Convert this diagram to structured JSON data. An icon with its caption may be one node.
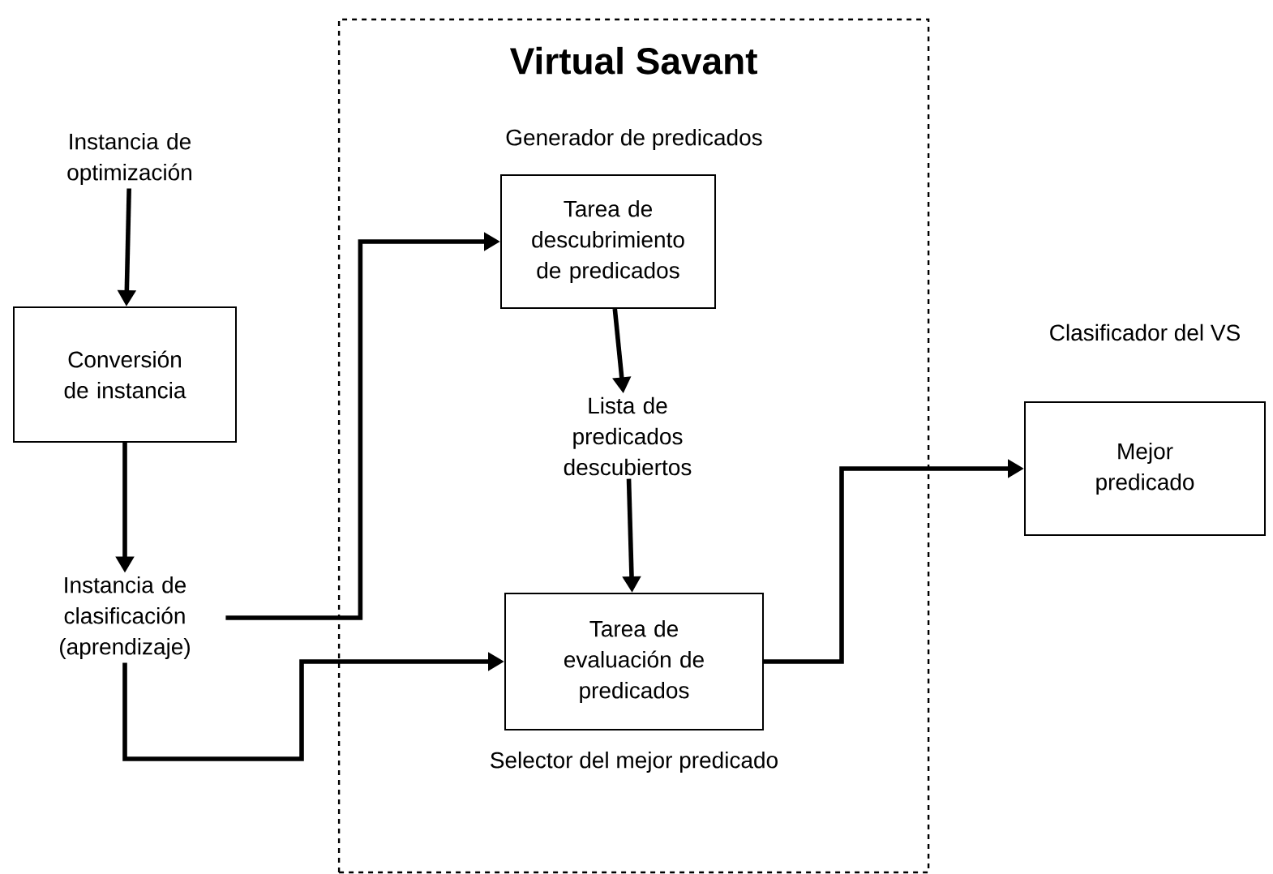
{
  "diagram": {
    "nodes": [
      {
        "text": [
          "Virtual Savant"
        ]
      },
      {
        "text": [
          "Instancia de optimización"
        ]
      },
      {
        "text": [
          "Conversión de instancia"
        ]
      },
      {
        "text": [
          "Instancia de clasificación (aprendizaje)"
        ]
      },
      {
        "text": [
          "Tarea de descubrimiento de predicados"
        ],
        "in": 0,
        "beside": [
          "Generador de predicados"
        ]
      },
      {
        "text": [
          "Lista de predicados descubiertos"
        ],
        "in": 0
      },
      {
        "text": [
          "Tarea de evaluación de predicados"
        ],
        "in": 0,
        "beside": [
          "Selector del mejor predicado"
        ]
      },
      {
        "text": [
          "Mejor predicado"
        ],
        "beside": [
          "Clasificador del VS"
        ]
      }
    ],
    "edges": [
      {
        "from": 1,
        "to": 2,
        "arrow": "to"
      },
      {
        "from": 2,
        "to": 3,
        "arrow": "to"
      },
      {
        "from": 3,
        "to": 4,
        "arrow": "to"
      },
      {
        "from": 3,
        "to": 6,
        "arrow": "to"
      },
      {
        "from": 4,
        "to": 5,
        "arrow": "to"
      },
      {
        "from": 5,
        "to": 6,
        "arrow": "to"
      },
      {
        "from": 6,
        "to": 7,
        "arrow": "to"
      }
    ]
  }
}
